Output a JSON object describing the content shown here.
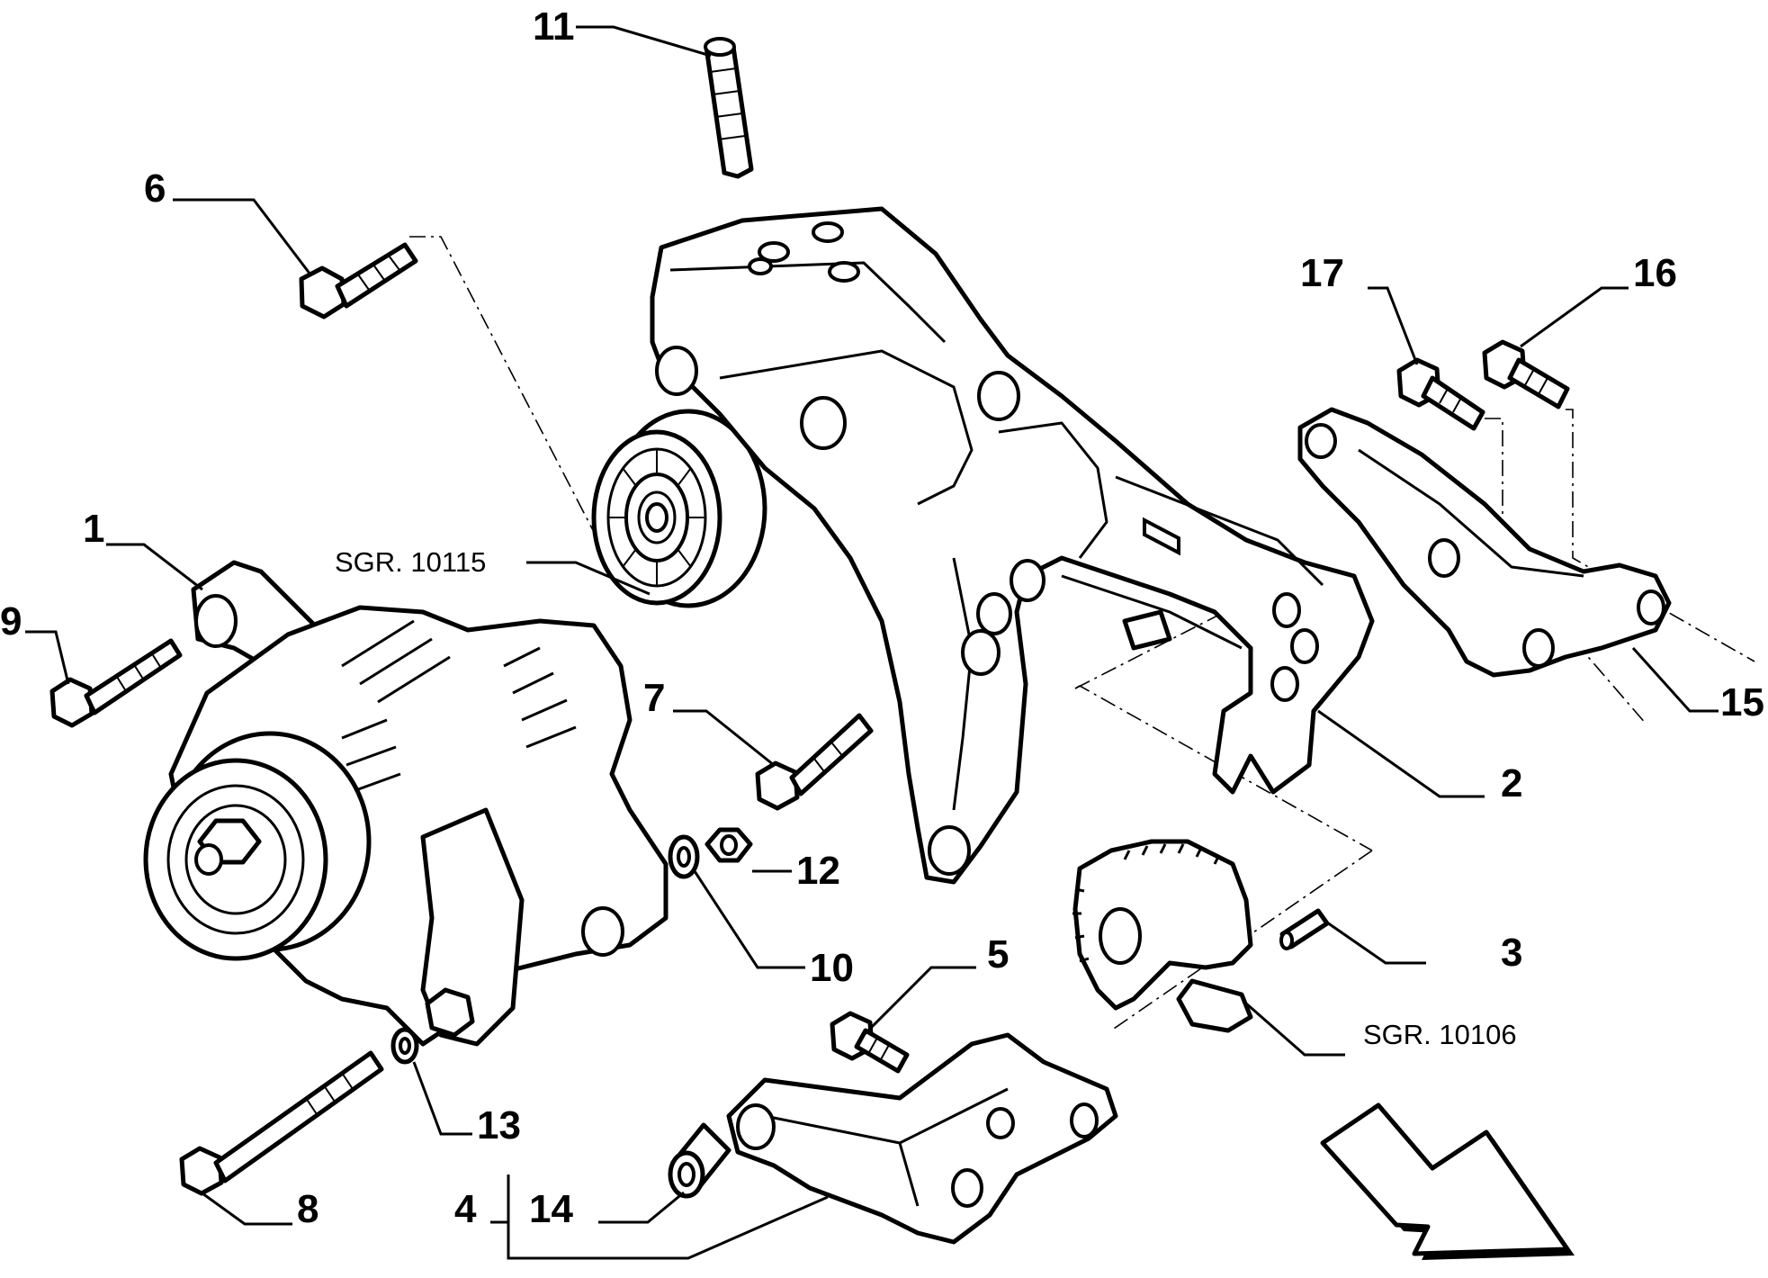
{
  "diagram": {
    "part_labels": {
      "p1": "1",
      "p2": "2",
      "p3": "3",
      "p4": "4",
      "p5": "5",
      "p6": "6",
      "p7": "7",
      "p8": "8",
      "p9": "9",
      "p10": "10",
      "p11": "11",
      "p12": "12",
      "p13": "13",
      "p14": "14",
      "p15": "15",
      "p16": "16",
      "p17": "17"
    },
    "references": {
      "sgr_10115": "SGR. 10115",
      "sgr_10106": "SGR. 10106"
    },
    "icons": {
      "direction_arrow": "direction-arrow-icon"
    }
  }
}
